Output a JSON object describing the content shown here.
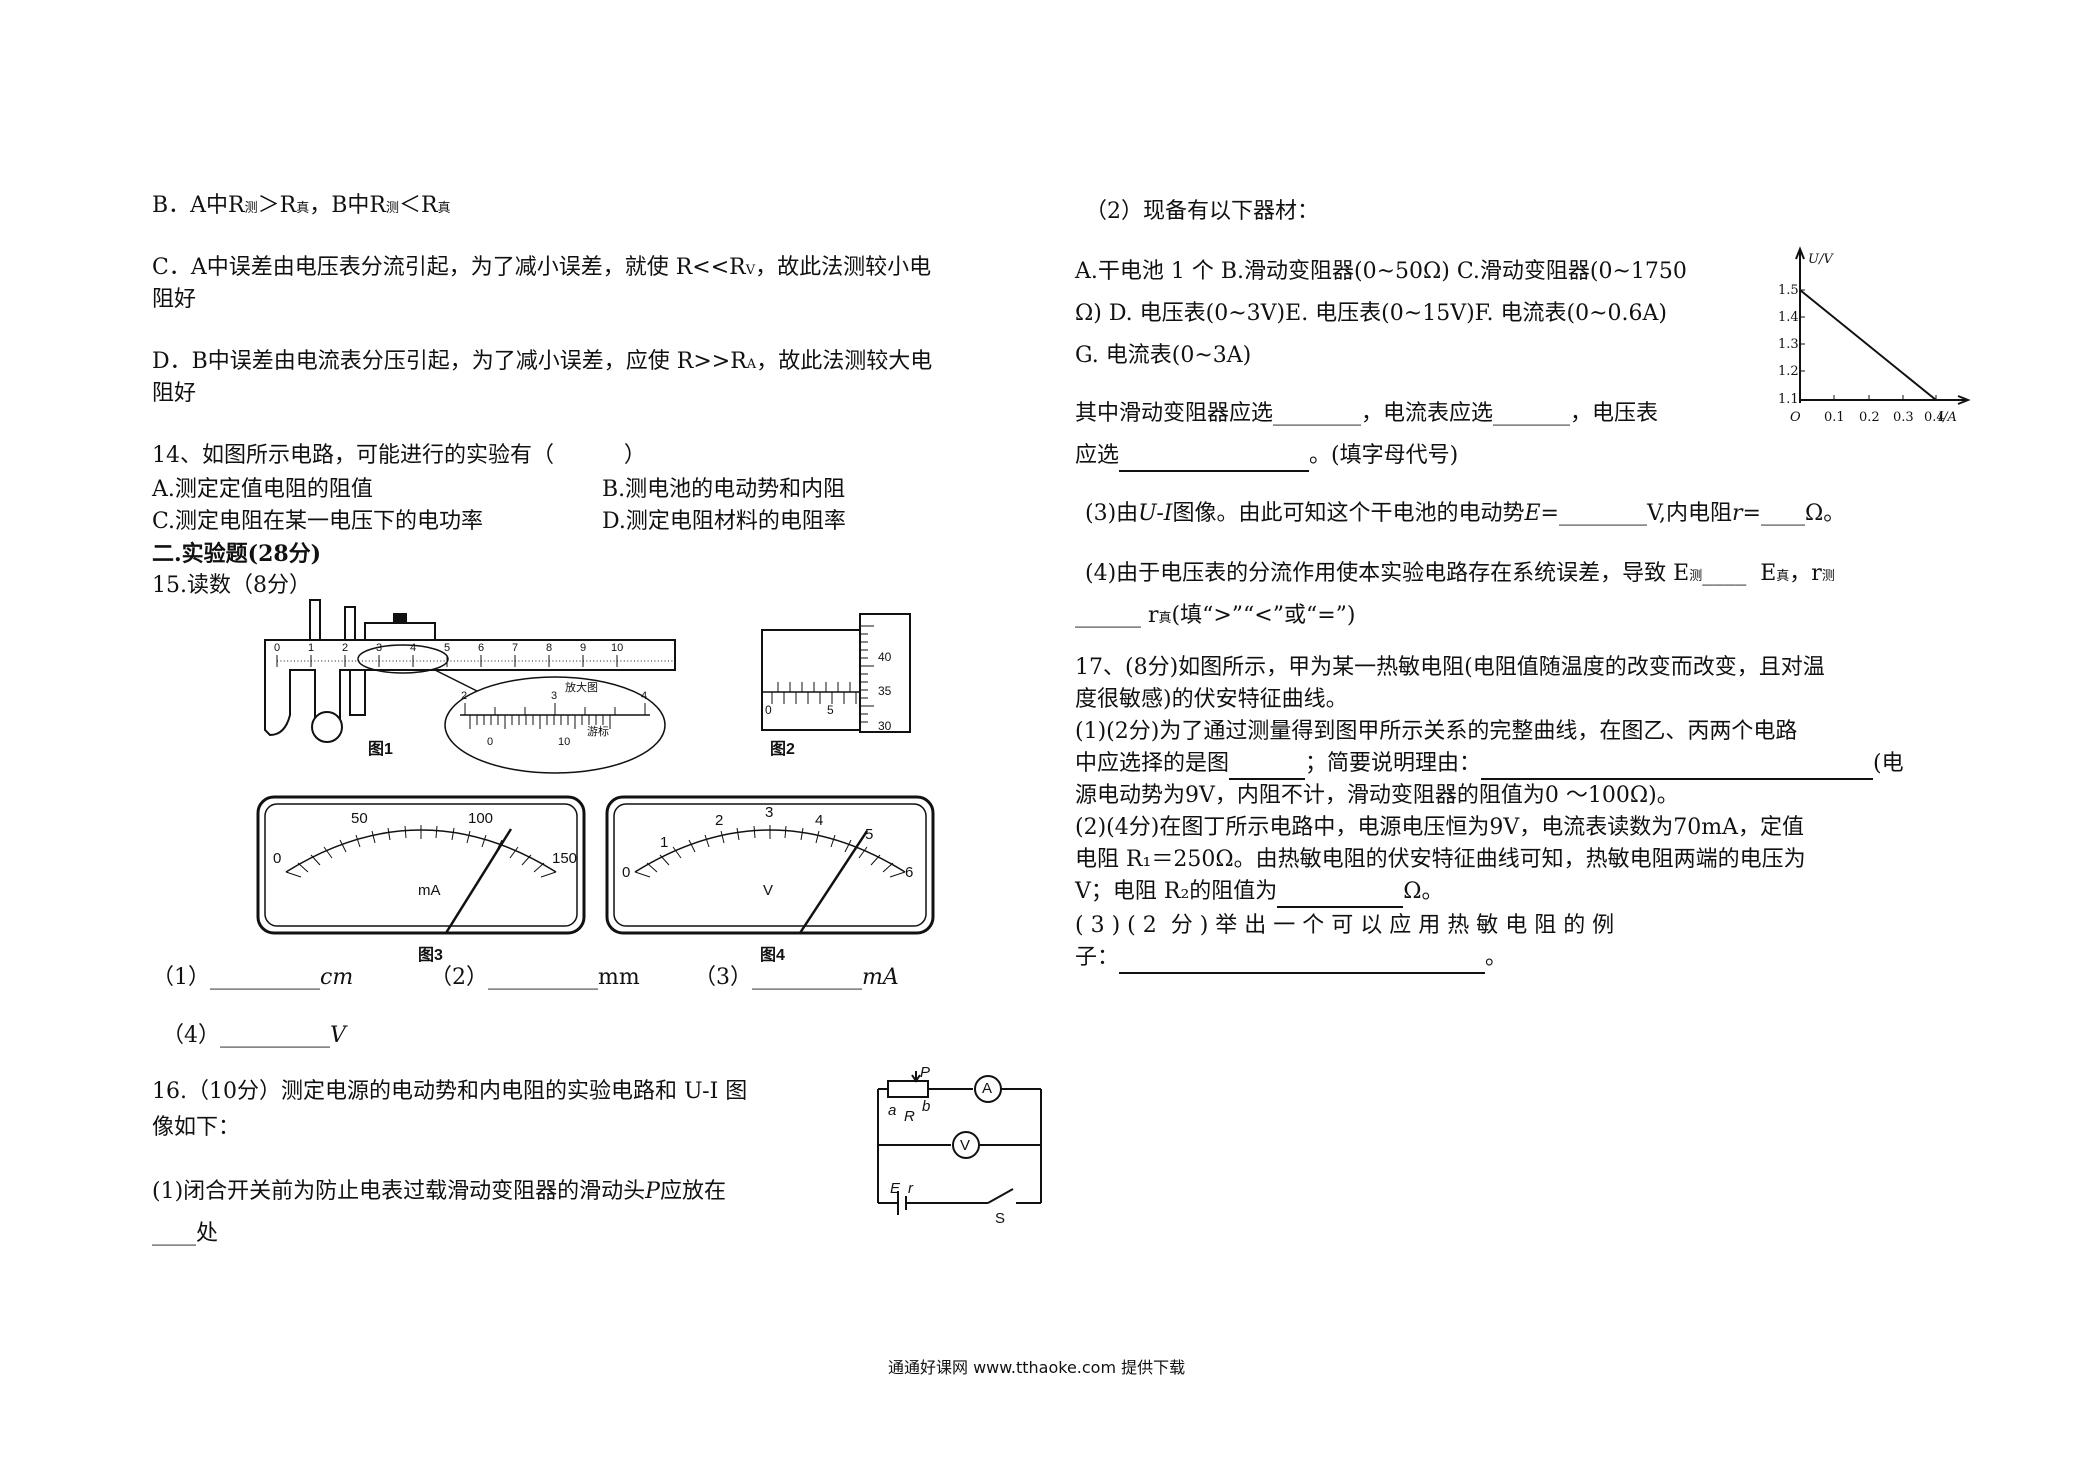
{
  "left": {
    "q13b": [
      "B．A中R",
      "测",
      "＞R",
      "真",
      "，B中R",
      "测",
      "＜R",
      "真"
    ],
    "q13c_1": "C．A中误差由电压表分流引起，为了减小误差，就使 R<<R",
    "q13c_1_sub": "V",
    "q13c_1_tail": "，故此法测较小电",
    "q13c_2": "阻好",
    "q13d_1": "D．B中误差由电流表分压引起，为了减小误差，应使 R>>R",
    "q13d_1_sub": "A",
    "q13d_1_tail": "，故此法测较大电",
    "q13d_2": "阻好",
    "q14": "14、如图所示电路，可能进行的实验有（          ）",
    "q14_a": "A.测定定值电阻的阻值",
    "q14_b": "B.测电池的电动势和内阻",
    "q14_c": "C.测定电阻在某一电压下的电功率",
    "q14_d": "D.测定电阻材料的电阻率",
    "section2": "二.实验题(28分)",
    "q15": "15.读数（8分）",
    "fig1": "图1",
    "fig2": "图2",
    "fig3": "图3",
    "fig4": "图4",
    "fig1_magnified": "放大图",
    "fig1_vernier": "游标",
    "fig1_ticks_main": [
      "0",
      "1",
      "2",
      "3",
      "4",
      "5",
      "6",
      "7",
      "8",
      "9",
      "10"
    ],
    "fig1_mag_top": [
      "2",
      "3",
      "4"
    ],
    "fig1_mag_bottom": [
      "0",
      "10"
    ],
    "fig2_ticks": [
      "40",
      "35",
      "30"
    ],
    "fig2_left": [
      "0",
      "5"
    ],
    "fig3_scale": [
      "0",
      "50",
      "100",
      "150"
    ],
    "fig3_unit": "mA",
    "fig4_scale": [
      "0",
      "1",
      "2",
      "3",
      "4",
      "5",
      "6"
    ],
    "fig4_unit": "V",
    "ans1": "（1）__________",
    "ans1_unit": "cm",
    "ans2": "（2）__________",
    "ans2_unit": "mm",
    "ans3": "（3）__________",
    "ans3_unit": "mA",
    "ans4": "（4）__________",
    "ans4_unit": "V",
    "q16_1": "16.（10分）测定电源的电动势和内电阻的实验电路和 U-I 图",
    "q16_2": "像如下：",
    "q16_p1a": "(1)闭合开关前为防止电表过载滑动变阻器的滑动头",
    "q16_p1_var": "P",
    "q16_p1b": "应放在",
    "q16_p1c": "____处",
    "circuit_labels": {
      "P": "P",
      "a": "a",
      "b": "b",
      "R": "R",
      "A": "A",
      "V": "V",
      "E": "E",
      "r": "r",
      "S": "S"
    }
  },
  "right": {
    "q16_2": "（2）现备有以下器材：",
    "equip_1": "A.干电池 1 个 B.滑动变阻器(0~50Ω) C.滑动变阻器(0~1750",
    "equip_2": "Ω) D. 电压表(0~3V)E. 电压表(0~15V)F. 电流表(0~0.6A)",
    "equip_3": "G. 电流表(0~3A)",
    "select_1": "其中滑动变阻器应选________，电流表应选_______，电压表",
    "select_2a": "应选",
    "select_2b": "。(填字母代号)",
    "q16_3a": "(3)由",
    "q16_3_ui": "U-I",
    "q16_3b": "图像。由此可知这个干电池的电动势",
    "q16_3_e": "E",
    "q16_3c": "=________V,内电阻",
    "q16_3_r": "r",
    "q16_3d": "=____Ω。",
    "q16_4a": "(4)由于电压表的分流作用使本实验电路存在系统误差，导致 E",
    "q16_4_sub1": "测",
    "q16_4b": "____  E",
    "q16_4_sub2": "真",
    "q16_4c": "，r",
    "q16_4_sub3": "测",
    "q16_4d": "______ r",
    "q16_4_sub4": "真",
    "q16_4e": "(填“>”“<”或“=”)",
    "graph": {
      "y_axis": "U/V",
      "x_axis": "I/A",
      "origin": "O",
      "y_ticks": [
        "1.5",
        "1.4",
        "1.3",
        "1.2",
        "1.1"
      ],
      "x_ticks": [
        "0.1",
        "0.2",
        "0.3",
        "0.4"
      ]
    },
    "q17_1": "17、(8分)如图所示，甲为某一热敏电阻(电阻值随温度的改变而改变，且对温",
    "q17_2": "度很敏感)的伏安特征曲线。",
    "q17_3": "(1)(2分)为了通过测量得到图甲所示关系的完整曲线，在图乙、丙两个电路",
    "q17_4a": "中应选择的是图",
    "q17_4b": "；简要说明理由：",
    "q17_4c": "(电",
    "q17_5": "源电动势为9V，内阻不计，滑动变阻器的阻值为0 ～100Ω)。",
    "q17_6": "(2)(4分)在图丁所示电路中，电源电压恒为9V，电流表读数为70mA，定值",
    "q17_7": "电阻 R₁＝250Ω。由热敏电阻的伏安特征曲线可知，热敏电阻两端的电压为",
    "q17_8a": "V；电阻 R₂的阻值为",
    "q17_8b": "Ω。",
    "q17_9": "( 3 ) ( 2  分 ) 举 出 一 个 可 以 应 用 热 敏 电 阻 的 例",
    "q17_10a": "子：",
    "q17_10b": "。"
  },
  "footer": "通通好课网 www.tthaoke.com 提供下载"
}
